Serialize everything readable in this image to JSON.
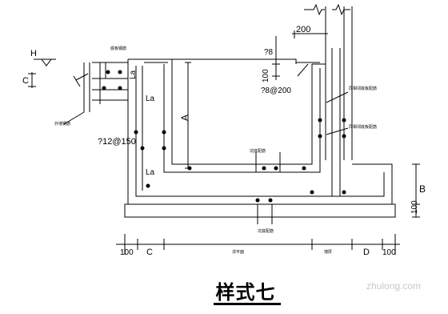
{
  "labels": {
    "level": "H",
    "dim_c": "C",
    "dim_c_bottom": "C",
    "dim_a": "A",
    "dim_b": "B",
    "dim_d": "D",
    "la_1": "La",
    "la_2": "La",
    "la_3": "La",
    "dim_200": "200",
    "dim_100_side": "100",
    "dim_100_right": "100",
    "dim_100_bl": "100",
    "dim_100_br": "100",
    "rebar_phi8": "?8",
    "rebar_phi8_200": "?8@200",
    "rebar_phi12_150": "?12@150",
    "note_top": "底板钢筋",
    "note_left": "外墙钢筋",
    "note_right1": "同相邻底板配筋",
    "note_right2": "同相邻底板配筋",
    "note_pit_top": "坑底配筋",
    "note_pit_bottom": "坑底配筋",
    "note_span": "详平面",
    "note_wall": "墙厚"
  },
  "caption": "样式七",
  "watermark": "zhulong.com"
}
